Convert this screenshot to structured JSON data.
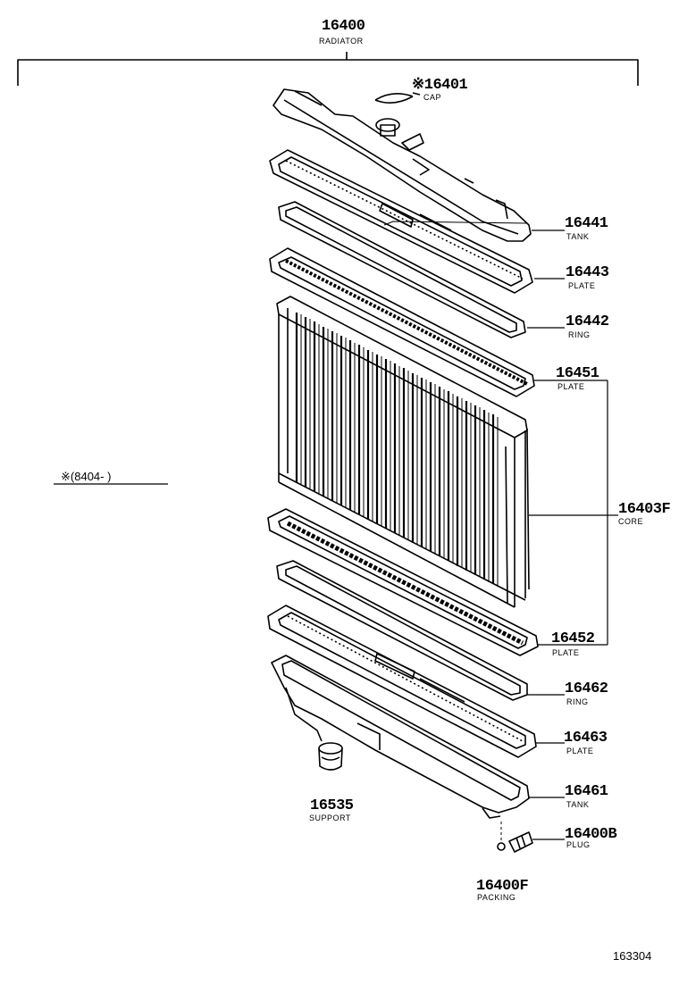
{
  "assembly": {
    "number": "16400",
    "name": "RADIATOR"
  },
  "parts": [
    {
      "number": "16401",
      "name": "CAP",
      "mark": "※"
    },
    {
      "number": "16441",
      "name": "TANK"
    },
    {
      "number": "16443",
      "name": "PLATE"
    },
    {
      "number": "16442",
      "name": "RING"
    },
    {
      "number": "16451",
      "name": "PLATE"
    },
    {
      "number": "16403F",
      "name": "CORE"
    },
    {
      "number": "16452",
      "name": "PLATE"
    },
    {
      "number": "16462",
      "name": "RING"
    },
    {
      "number": "16463",
      "name": "PLATE"
    },
    {
      "number": "16461",
      "name": "TANK"
    },
    {
      "number": "16400B",
      "name": "PLUG"
    },
    {
      "number": "16400F",
      "name": "PACKING"
    },
    {
      "number": "16535",
      "name": "SUPPORT"
    }
  ],
  "note": {
    "mark": "※",
    "text": "(8404-      )"
  },
  "diagram_code": "163304",
  "colors": {
    "ink": "#000000",
    "paper": "#ffffff"
  }
}
